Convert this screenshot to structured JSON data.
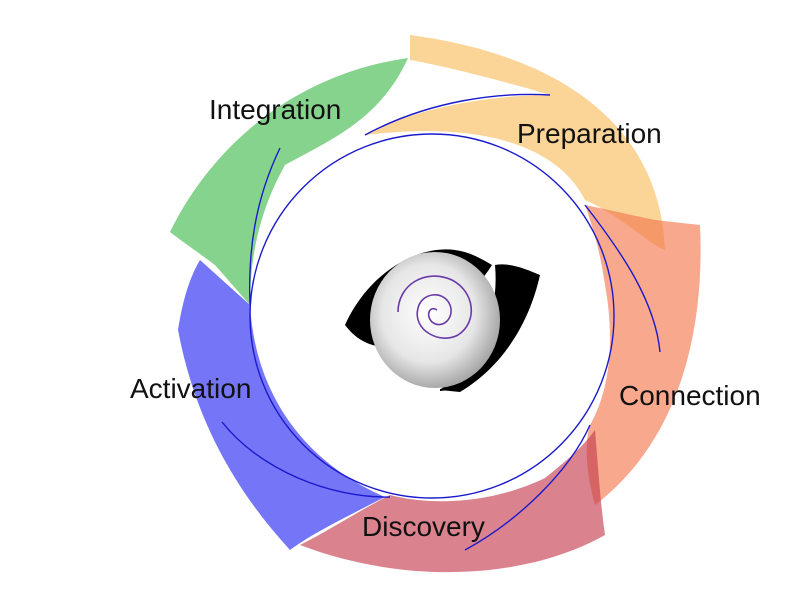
{
  "diagram": {
    "stages": [
      {
        "label": "Preparation",
        "color": "#f9bf5f"
      },
      {
        "label": "Connection",
        "color": "#f27a50"
      },
      {
        "label": "Discovery",
        "color": "#c63f50"
      },
      {
        "label": "Activation",
        "color": "#2b2bf2"
      },
      {
        "label": "Integration",
        "color": "#45bb52"
      }
    ],
    "center_icon": "spiral-shell-icon"
  }
}
